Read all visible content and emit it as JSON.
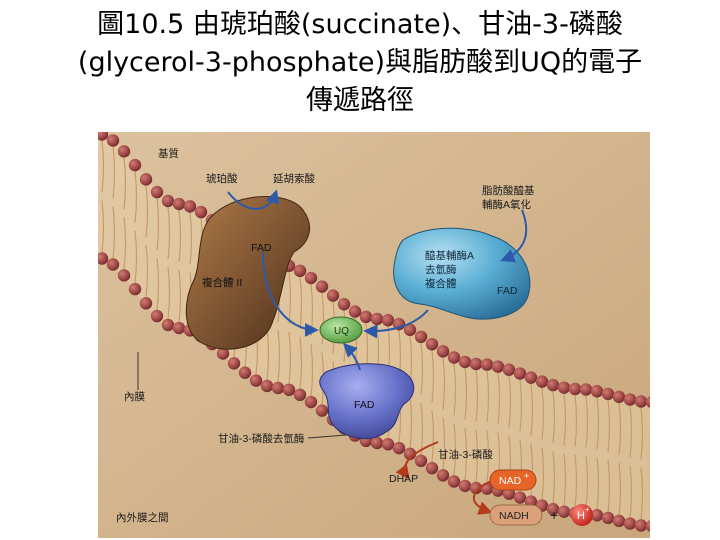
{
  "title": {
    "line1": "圖10.5 由琥珀酸(succinate)、甘油-3-磷酸",
    "line2": "(glycerol-3-phosphate)與脂肪酸到UQ的電子",
    "line3": "傳遞路徑"
  },
  "labels": {
    "matrix": "基質",
    "succinate": "琥珀酸",
    "fumarate": "延胡索酸",
    "fatty_acyl_1": "脂肪酸醯基",
    "fatty_acyl_2": "輔酶A氧化",
    "fad_complex2": "FAD",
    "complex2": "複合體 II",
    "etf_1": "醯基輔酶A",
    "etf_2": "去氫酶",
    "etf_3": "複合體",
    "fad_etf": "FAD",
    "uq": "UQ",
    "inner_membrane": "內膜",
    "fad_g3pdh": "FAD",
    "g3p_dehydrogenase": "甘油-3-磷酸去氫酶",
    "glycerol_3_phosphate": "甘油-3-磷酸",
    "dhap": "DHAP",
    "nad": "NAD",
    "nadh": "NADH",
    "plus": "+",
    "h": "H",
    "intermembrane_space": "內外膜之間"
  },
  "colors": {
    "background": "#d4b58e",
    "lipid_head": "#a24a4a",
    "complex2": "#7a5230",
    "etf": "#5aaed3",
    "uq": "#7cc46a",
    "g3pdh": "#6570c8",
    "arrow_blue": "#2c5aa8",
    "arrow_red": "#b33a1a",
    "nad_box": "#e8652a",
    "h_circle": "#e0322a"
  }
}
